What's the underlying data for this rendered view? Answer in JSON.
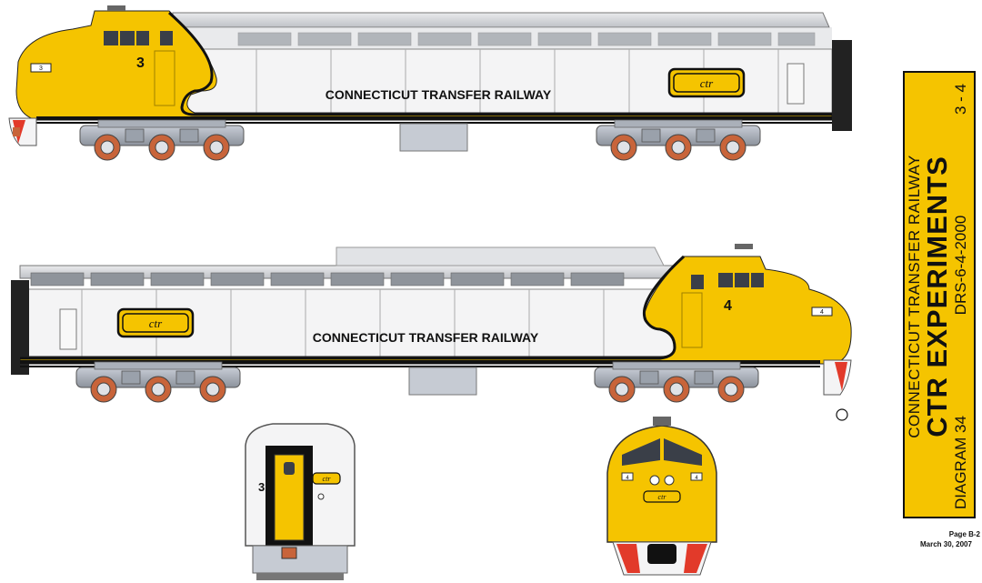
{
  "locomotives": {
    "top": {
      "road_name": "CONNECTICUT TRANSFER RAILWAY",
      "number": "3",
      "number_board": "3",
      "logo": "ctr"
    },
    "bottom": {
      "road_name": "CONNECTICUT TRANSFER RAILWAY",
      "number": "4",
      "number_board": "4",
      "logo": "ctr"
    },
    "rear_end": {
      "number": "3",
      "logo": "ctr"
    },
    "front_end": {
      "logo": "ctr",
      "number_board_left": "4",
      "number_board_right": "4"
    }
  },
  "title_block": {
    "railway": "CONNECTICUT TRANSFER RAILWAY",
    "main": "CTR EXPERIMENTS",
    "model": "DRS-6-4-2000",
    "units": "3 - 4",
    "diagram": "DIAGRAM 34"
  },
  "footer": {
    "page": "Page B-2",
    "date": "March 30, 2007"
  },
  "colors": {
    "yellow": "#f5c400",
    "silver": "#d9dbe0",
    "body_white": "#f4f4f5",
    "black": "#111111",
    "wheel": "#c8643a",
    "red": "#e23a2a"
  }
}
